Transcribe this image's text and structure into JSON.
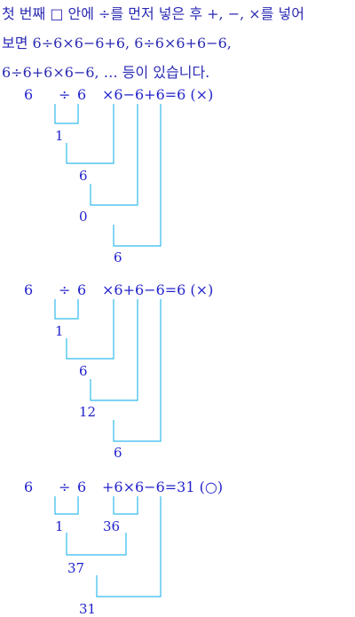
{
  "intro": {
    "line1": "첫 번째 □ 안에 ÷를 먼저 넣은 후 +, −, ×를 넣어",
    "line2": "보면 6÷6×6−6+6, 6÷6×6+6−6,",
    "line3": "6÷6+6×6−6, … 등이 있습니다."
  },
  "examples": [
    {
      "n1": "6",
      "op1": "÷",
      "n2": "6",
      "rest": "×6−6+6=6 (×)",
      "steps": [
        "1",
        "6",
        "0",
        "6"
      ]
    },
    {
      "n1": "6",
      "op1": "÷",
      "n2": "6",
      "rest": "×6+6−6=6 (×)",
      "steps": [
        "1",
        "6",
        "12",
        "6"
      ]
    },
    {
      "n1": "6",
      "op1": "÷",
      "n2": "6",
      "rest": "+6×6−6=31 (○)",
      "steps": [
        "1",
        "36",
        "37",
        "31"
      ]
    }
  ]
}
